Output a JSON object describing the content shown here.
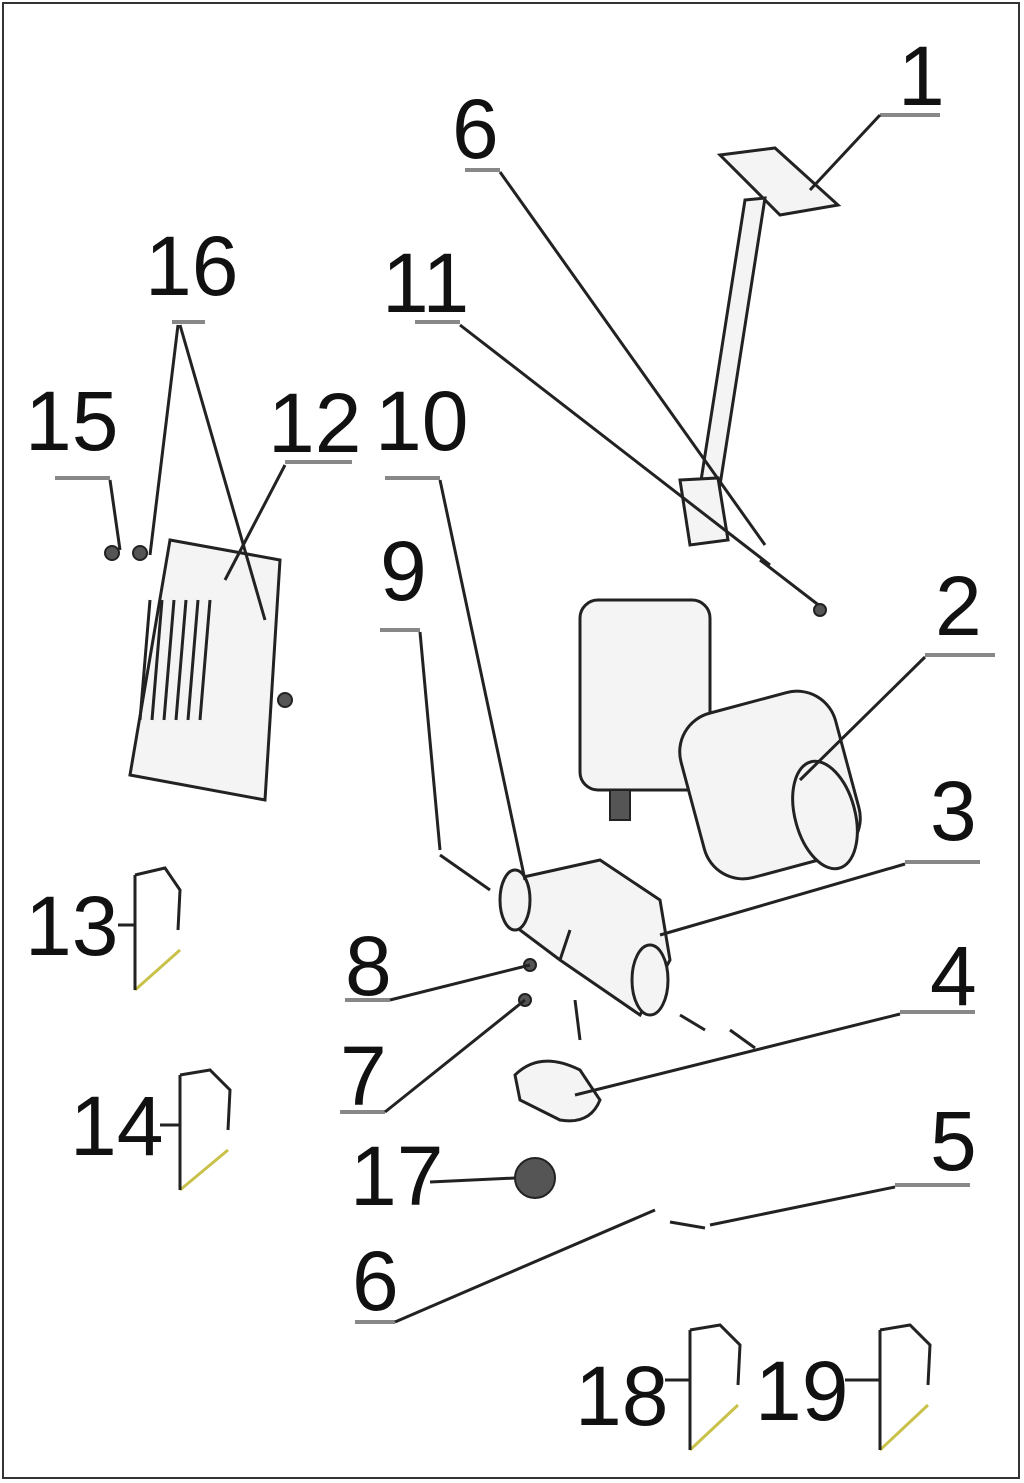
{
  "diagram": {
    "type": "exploded parts diagram",
    "callouts": [
      "1",
      "6",
      "11",
      "16",
      "15",
      "12",
      "10",
      "9",
      "2",
      "3",
      "13",
      "8",
      "4",
      "7",
      "14",
      "17",
      "5",
      "6",
      "18",
      "19"
    ]
  }
}
